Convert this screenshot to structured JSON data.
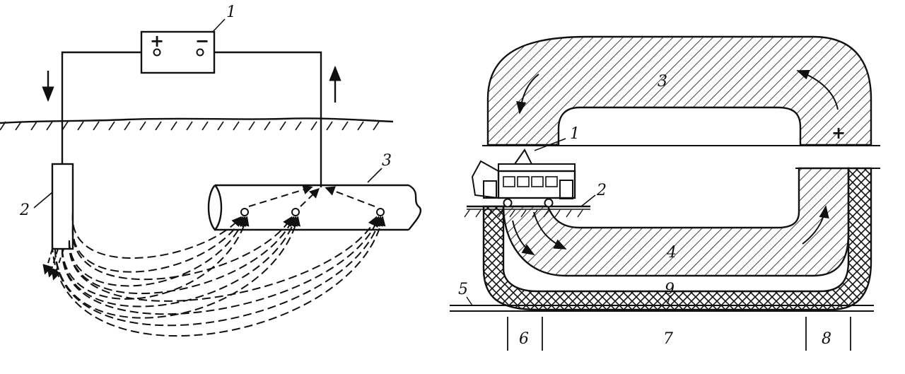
{
  "left_figure": {
    "battery": {
      "label": "1",
      "plus": "+",
      "minus": "−"
    },
    "electrode_label": "2",
    "pipe_label": "3"
  },
  "right_figure": {
    "labels": {
      "tram": "1",
      "rail": "2",
      "upper_loop": "3",
      "lower_loop": "4",
      "ground_line": "5",
      "zone_left": "6",
      "zone_middle": "7",
      "zone_right": "8",
      "buried_pipe": "9"
    },
    "plus_sign": "+"
  },
  "colors": {
    "ink": "#111111",
    "background": "#ffffff"
  }
}
